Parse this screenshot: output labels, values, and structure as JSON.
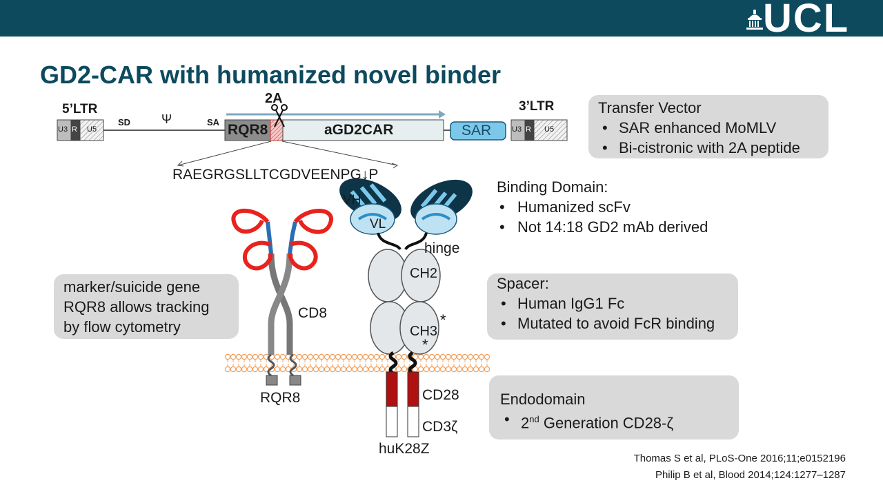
{
  "header": {
    "logo_text": "UCL"
  },
  "title": "GD2-CAR with humanized novel binder",
  "vector": {
    "ltr5": "5’LTR",
    "ltr3": "3’LTR",
    "u3": "U3",
    "r": "R",
    "u5": "U5",
    "sd": "SD",
    "psi": "Ψ",
    "sa": "SA",
    "peptide_2a": "2A",
    "rqr8": "RQR8",
    "agd2car": "aGD2CAR",
    "sar": "SAR",
    "sequence": "RAEGRGSLLTCGDVEENPG↓P"
  },
  "boxes": {
    "transfer": {
      "heading": "Transfer Vector",
      "items": [
        "SAR enhanced MoMLV",
        "Bi-cistronic with 2A peptide"
      ]
    },
    "binding": {
      "heading": "Binding Domain:",
      "items": [
        "Humanized scFv",
        "Not 14:18 GD2 mAb derived"
      ]
    },
    "spacer": {
      "heading": "Spacer:",
      "items": [
        "Human IgG1 Fc",
        "Mutated to avoid FcR binding"
      ]
    },
    "endo": {
      "heading": "Endodomain",
      "item_sup": "nd",
      "item_prefix": "2",
      "item_rest": " Generation CD28-ζ"
    },
    "marker": {
      "lines": [
        "marker/suicide gene",
        "RQR8 allows tracking",
        "by flow  cytometry"
      ]
    }
  },
  "diagram_labels": {
    "vh": "VH",
    "vl": "VL",
    "hinge": "hinge",
    "ch2": "CH2",
    "ch3": "CH3",
    "cd8": "CD8",
    "rqr8": "RQR8",
    "cd28": "CD28",
    "cd3z": "CD3ζ",
    "huk28z": "huK28Z",
    "star": "*"
  },
  "references": [
    "Thomas S et al, PLoS-One 2016;11;e0152196",
    "Philip B et al, Blood  2014;124:1277–1287"
  ],
  "colors": {
    "header": "#0d4a5e",
    "red": "#e8231e",
    "dark_red": "#b01010",
    "blue": "#2a6fb5",
    "light_blue": "#7cc8ea",
    "membrane": "#f0a060"
  }
}
